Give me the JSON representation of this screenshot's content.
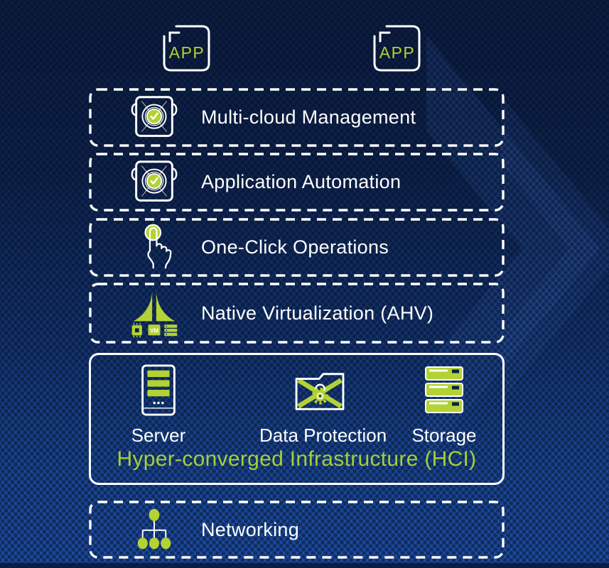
{
  "app_boxes": [
    {
      "label": "APP"
    },
    {
      "label": "APP"
    }
  ],
  "stack": {
    "layers": [
      {
        "label": "Multi-cloud Management",
        "icon": "blueprint-check-icon"
      },
      {
        "label": "Application Automation",
        "icon": "blueprint-check-icon"
      },
      {
        "label": "One-Click Operations",
        "icon": "one-click-tap-icon"
      },
      {
        "label": "Native Virtualization (AHV)",
        "icon": "ahv-arch-icon"
      }
    ],
    "hci_box": {
      "title": "Hyper-converged Infrastructure (HCI)",
      "items": [
        {
          "label": "Server",
          "icon": "server-tower-icon"
        },
        {
          "label": "Data Protection",
          "icon": "protected-folder-icon"
        },
        {
          "label": "Storage",
          "icon": "storage-stack-icon"
        }
      ]
    },
    "networking_layer": {
      "label": "Networking",
      "icon": "network-tree-icon"
    }
  },
  "icon_text": {
    "ahv_vm_label": "VM"
  },
  "colors": {
    "accent_green": "#b3d234",
    "hci_title_green": "#a6cf39",
    "background_top": "#0c1d40",
    "background_bottom": "#1d4da3",
    "line_white": "#ffffff"
  }
}
